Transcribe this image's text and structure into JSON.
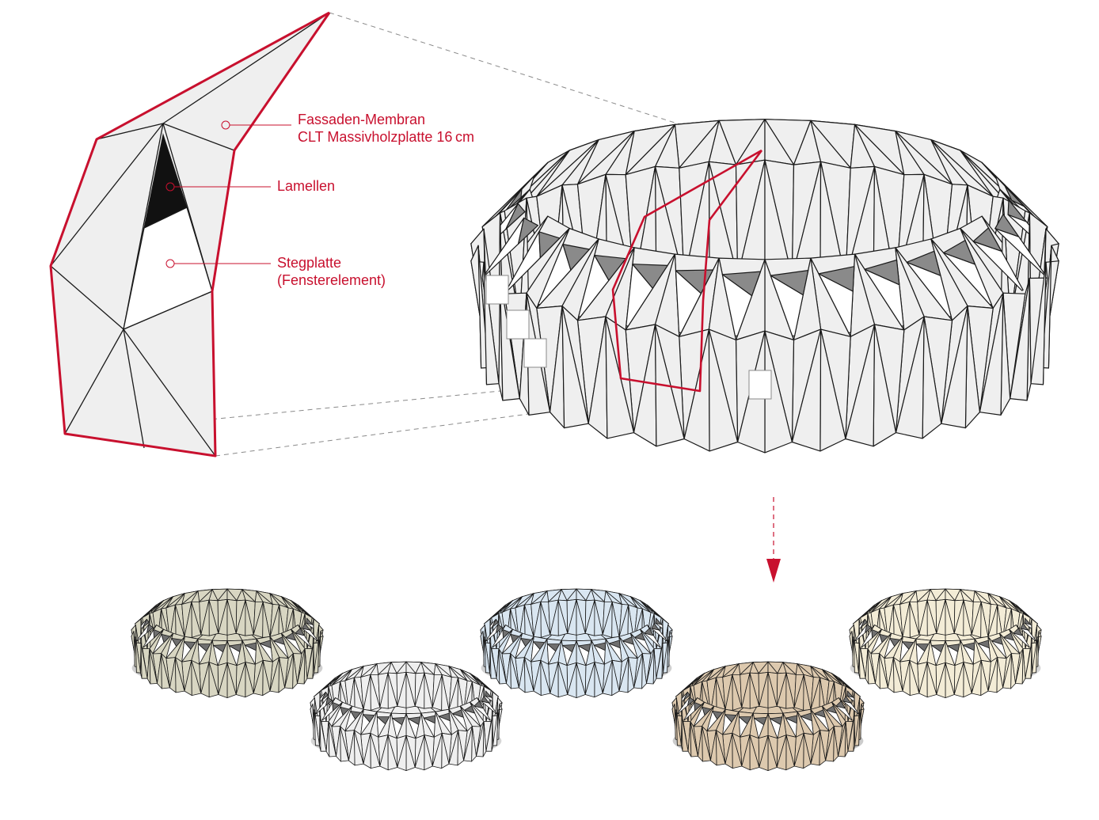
{
  "colors": {
    "accent": "#c8102e",
    "stroke": "#1a1a1a",
    "panel": "#efefef",
    "lamella": "#111111",
    "lamella_grey": "#8a8a8a",
    "guide": "#888888"
  },
  "labels": {
    "membrane_line1": "Fassaden-Membran",
    "membrane_line2": "CLT Massivholzplatte 16 cm",
    "lamellen": "Lamellen",
    "stegplatte_line1": "Stegplatte",
    "stegplatte_line2": "(Fensterelement)"
  },
  "variants": [
    {
      "panel": "#d8d6c2",
      "shadow": "#cfcfcf"
    },
    {
      "panel": "#efefef",
      "shadow": "#d6d6d6"
    },
    {
      "panel": "#d9e6f1",
      "shadow": "#d0d0d0"
    },
    {
      "panel": "#ddc9ae",
      "shadow": "#cccccc"
    },
    {
      "panel": "#f3ecd6",
      "shadow": "#d6d6d6"
    }
  ]
}
